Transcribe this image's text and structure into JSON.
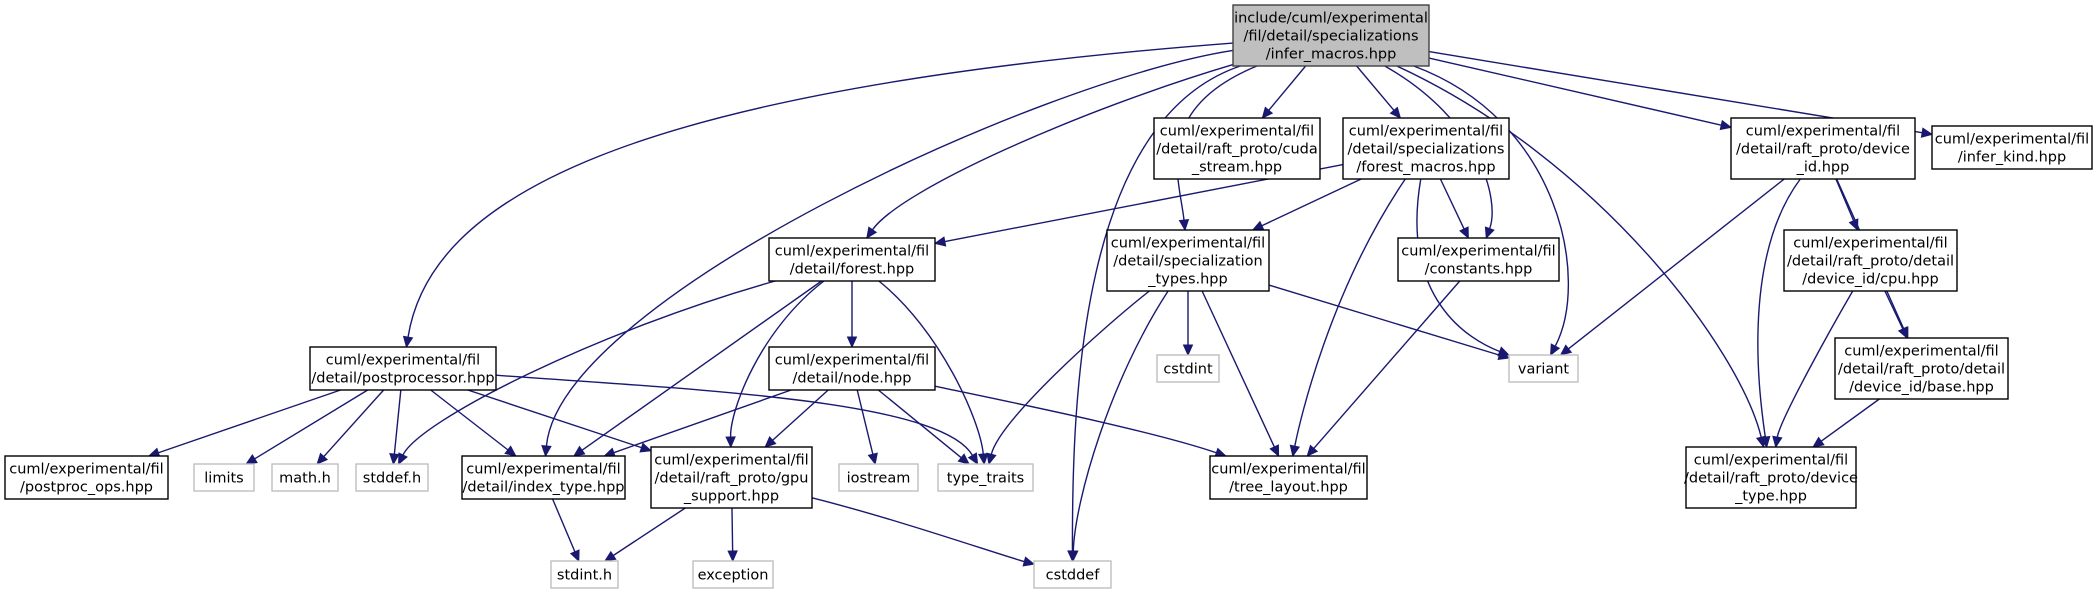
{
  "graph": {
    "nodes": [
      {
        "id": "root",
        "kind": "root",
        "lines": [
          "include/cuml/experimental",
          "/fil/detail/specializations",
          "/infer_macros.hpp"
        ]
      },
      {
        "id": "cuda_stream",
        "kind": "project",
        "lines": [
          "cuml/experimental/fil",
          "/detail/raft_proto/cuda",
          "_stream.hpp"
        ]
      },
      {
        "id": "forest_macros",
        "kind": "project",
        "lines": [
          "cuml/experimental/fil",
          "/detail/specializations",
          "/forest_macros.hpp"
        ]
      },
      {
        "id": "device_id",
        "kind": "project",
        "lines": [
          "cuml/experimental/fil",
          "/detail/raft_proto/device",
          "_id.hpp"
        ]
      },
      {
        "id": "infer_kind",
        "kind": "project",
        "lines": [
          "cuml/experimental/fil",
          "/infer_kind.hpp"
        ]
      },
      {
        "id": "forest",
        "kind": "project",
        "lines": [
          "cuml/experimental/fil",
          "/detail/forest.hpp"
        ]
      },
      {
        "id": "spec_types",
        "kind": "project",
        "lines": [
          "cuml/experimental/fil",
          "/detail/specialization",
          "_types.hpp"
        ]
      },
      {
        "id": "constants",
        "kind": "project",
        "lines": [
          "cuml/experimental/fil",
          "/constants.hpp"
        ]
      },
      {
        "id": "cpu",
        "kind": "project",
        "lines": [
          "cuml/experimental/fil",
          "/detail/raft_proto/detail",
          "/device_id/cpu.hpp"
        ]
      },
      {
        "id": "postprocessor",
        "kind": "project",
        "lines": [
          "cuml/experimental/fil",
          "/detail/postprocessor.hpp"
        ]
      },
      {
        "id": "node",
        "kind": "project",
        "lines": [
          "cuml/experimental/fil",
          "/detail/node.hpp"
        ]
      },
      {
        "id": "cstdint",
        "kind": "system",
        "lines": [
          "cstdint"
        ]
      },
      {
        "id": "variant",
        "kind": "system",
        "lines": [
          "variant"
        ]
      },
      {
        "id": "base",
        "kind": "project",
        "lines": [
          "cuml/experimental/fil",
          "/detail/raft_proto/detail",
          "/device_id/base.hpp"
        ]
      },
      {
        "id": "postproc_ops",
        "kind": "project",
        "lines": [
          "cuml/experimental/fil",
          "/postproc_ops.hpp"
        ]
      },
      {
        "id": "limits",
        "kind": "system",
        "lines": [
          "limits"
        ]
      },
      {
        "id": "math",
        "kind": "system",
        "lines": [
          "math.h"
        ]
      },
      {
        "id": "stddef",
        "kind": "system",
        "lines": [
          "stddef.h"
        ]
      },
      {
        "id": "index_type",
        "kind": "project",
        "lines": [
          "cuml/experimental/fil",
          "/detail/index_type.hpp"
        ]
      },
      {
        "id": "gpu_support",
        "kind": "project",
        "lines": [
          "cuml/experimental/fil",
          "/detail/raft_proto/gpu",
          "_support.hpp"
        ]
      },
      {
        "id": "iostream",
        "kind": "system",
        "lines": [
          "iostream"
        ]
      },
      {
        "id": "type_traits",
        "kind": "system",
        "lines": [
          "type_traits"
        ]
      },
      {
        "id": "tree_layout",
        "kind": "project",
        "lines": [
          "cuml/experimental/fil",
          "/tree_layout.hpp"
        ]
      },
      {
        "id": "device_type",
        "kind": "project",
        "lines": [
          "cuml/experimental/fil",
          "/detail/raft_proto/device",
          "_type.hpp"
        ]
      },
      {
        "id": "stdint",
        "kind": "system",
        "lines": [
          "stdint.h"
        ]
      },
      {
        "id": "exception",
        "kind": "system",
        "lines": [
          "exception"
        ]
      },
      {
        "id": "cstddef",
        "kind": "system",
        "lines": [
          "cstddef"
        ]
      }
    ],
    "edges": [
      [
        "root",
        "cuda_stream"
      ],
      [
        "root",
        "forest_macros"
      ],
      [
        "root",
        "device_id"
      ],
      [
        "root",
        "infer_kind"
      ],
      [
        "root",
        "forest"
      ],
      [
        "root",
        "spec_types"
      ],
      [
        "root",
        "constants"
      ],
      [
        "root",
        "postprocessor"
      ],
      [
        "root",
        "variant"
      ],
      [
        "root",
        "index_type"
      ],
      [
        "root",
        "device_type"
      ],
      [
        "root",
        "cstddef"
      ],
      [
        "forest_macros",
        "forest"
      ],
      [
        "forest_macros",
        "spec_types"
      ],
      [
        "forest_macros",
        "constants"
      ],
      [
        "forest_macros",
        "variant"
      ],
      [
        "forest_macros",
        "tree_layout"
      ],
      [
        "device_id",
        "cpu"
      ],
      [
        "device_id",
        "base"
      ],
      [
        "device_id",
        "variant"
      ],
      [
        "device_id",
        "device_type"
      ],
      [
        "forest",
        "node"
      ],
      [
        "forest",
        "stddef"
      ],
      [
        "forest",
        "index_type"
      ],
      [
        "forest",
        "gpu_support"
      ],
      [
        "forest",
        "type_traits"
      ],
      [
        "spec_types",
        "cstdint"
      ],
      [
        "spec_types",
        "variant"
      ],
      [
        "spec_types",
        "type_traits"
      ],
      [
        "spec_types",
        "tree_layout"
      ],
      [
        "spec_types",
        "cstddef"
      ],
      [
        "constants",
        "tree_layout"
      ],
      [
        "cpu",
        "base"
      ],
      [
        "cpu",
        "device_type"
      ],
      [
        "base",
        "device_type"
      ],
      [
        "postprocessor",
        "postproc_ops"
      ],
      [
        "postprocessor",
        "limits"
      ],
      [
        "postprocessor",
        "math"
      ],
      [
        "postprocessor",
        "stddef"
      ],
      [
        "postprocessor",
        "index_type"
      ],
      [
        "postprocessor",
        "gpu_support"
      ],
      [
        "postprocessor",
        "type_traits"
      ],
      [
        "node",
        "index_type"
      ],
      [
        "node",
        "gpu_support"
      ],
      [
        "node",
        "iostream"
      ],
      [
        "node",
        "type_traits"
      ],
      [
        "node",
        "tree_layout"
      ],
      [
        "index_type",
        "stdint"
      ],
      [
        "gpu_support",
        "stdint"
      ],
      [
        "gpu_support",
        "exception"
      ],
      [
        "gpu_support",
        "cstddef"
      ]
    ]
  }
}
